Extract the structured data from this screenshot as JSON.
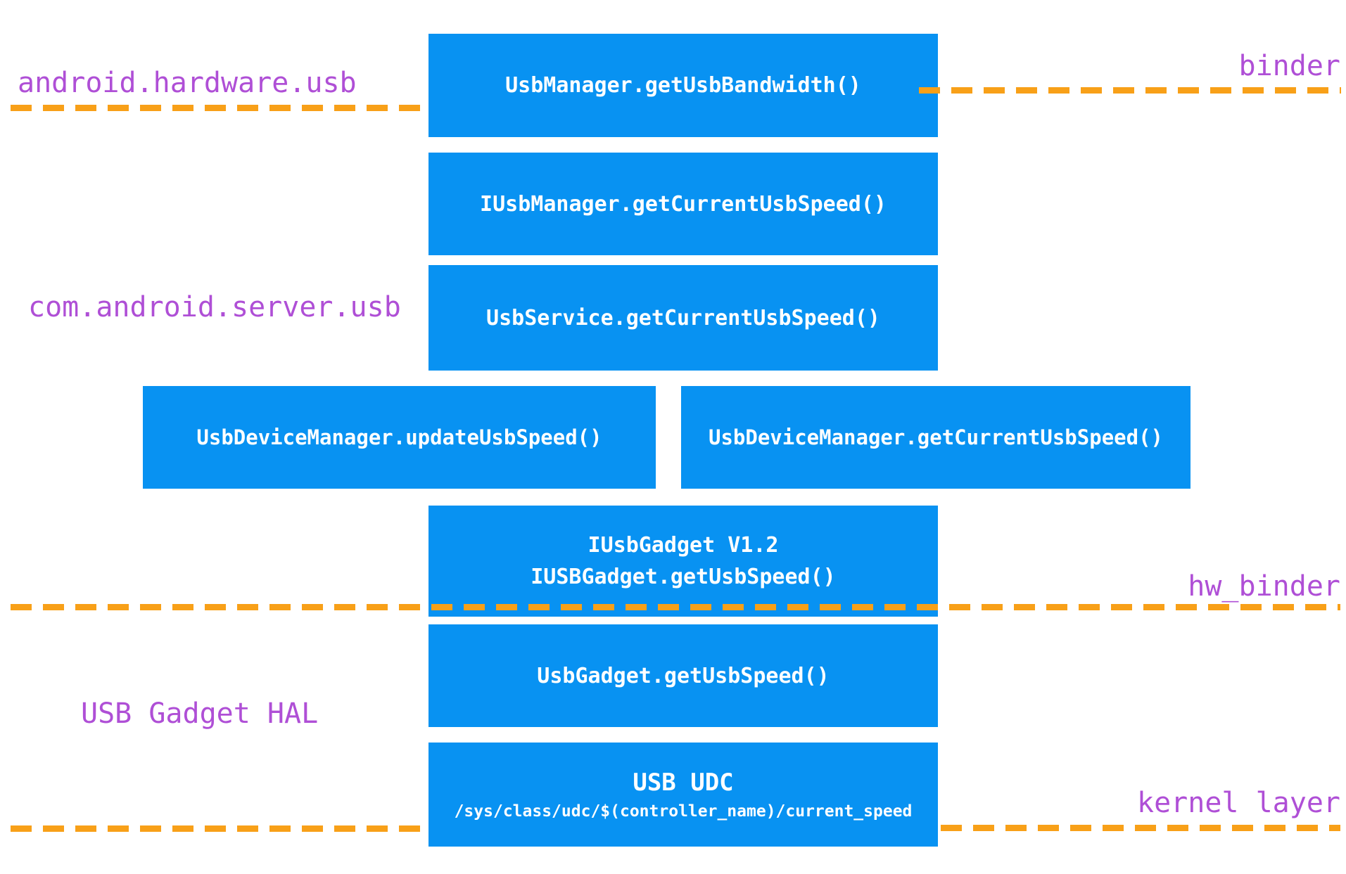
{
  "diagram": {
    "labels": {
      "android_hardware_usb": "android.hardware.usb",
      "binder": "binder",
      "com_android_server_usb": "com.android.server.usb",
      "hw_binder": "hw_binder",
      "usb_gadget_hal": "USB Gadget HAL",
      "kernel_layer": "kernel layer"
    },
    "boxes": {
      "usb_manager": "UsbManager.getUsbBandwidth()",
      "iusb_manager": "IUsbManager.getCurrentUsbSpeed()",
      "usb_service": "UsbService.getCurrentUsbSpeed()",
      "usb_device_manager_update": "UsbDeviceManager.updateUsbSpeed()",
      "usb_device_manager_get": "UsbDeviceManager.getCurrentUsbSpeed()",
      "iusb_gadget_line1": "IUsbGadget V1.2",
      "iusb_gadget_line2": "IUSBGadget.getUsbSpeed()",
      "usb_gadget": "UsbGadget.getUsbSpeed()",
      "usb_udc_title": "USB UDC",
      "usb_udc_path": "/sys/class/udc/$(controller_name)/current_speed"
    },
    "colors": {
      "box_blue": "#0892F2",
      "label_purple": "#AF4FD6",
      "line_orange": "#F8A018"
    }
  }
}
